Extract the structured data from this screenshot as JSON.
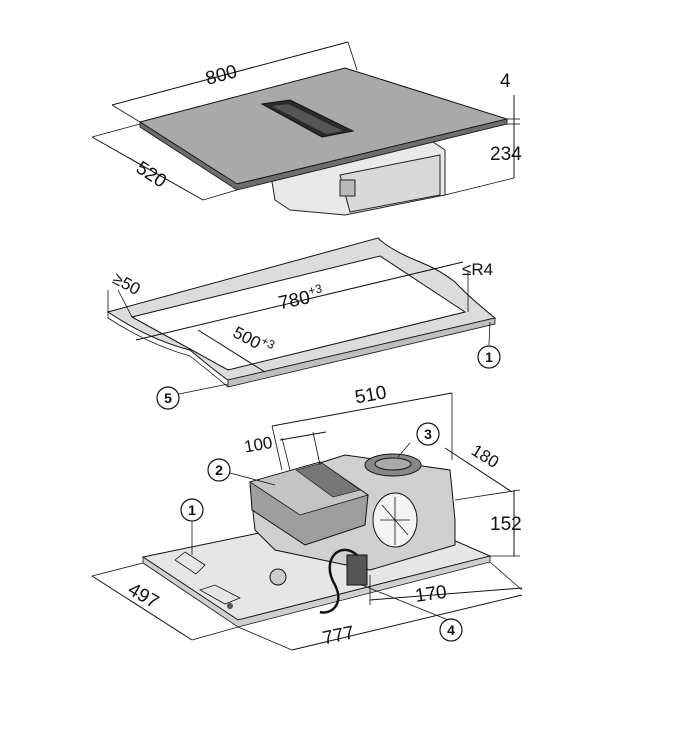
{
  "hob_top": {
    "width": "800",
    "depth": "520",
    "glass_thickness": "4",
    "height": "234"
  },
  "cutout": {
    "min_edge": "≥50",
    "radius": "≤R4",
    "length": "780",
    "length_tol": "+3",
    "width": "500",
    "width_tol": "+3"
  },
  "bottom": {
    "depth_total": "510",
    "dim_100": "100",
    "dim_180": "180",
    "dim_152": "152",
    "dim_170": "170",
    "dim_497": "497",
    "dim_777": "777"
  },
  "callouts": {
    "c1_top": "1",
    "c5": "5",
    "c1_bottom": "1",
    "c2": "2",
    "c3": "3",
    "c4": "4"
  }
}
